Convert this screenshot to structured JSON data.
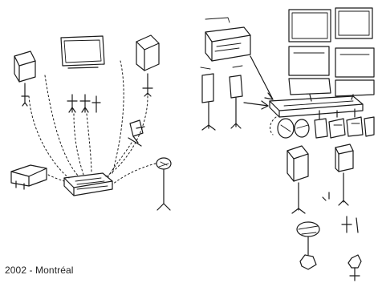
{
  "caption": "2002 - Montréal",
  "colors": {
    "ink": "#1a1a1a",
    "background": "#ffffff"
  },
  "diagram": {
    "left_sketch": {
      "nodes": [
        "monitor",
        "left-speaker",
        "right-speaker",
        "left-table",
        "center-keyboard-box",
        "camera",
        "right-small-device"
      ],
      "connection_style": "dashed-curves"
    },
    "right_sketch": {
      "nodes": [
        "monitor-pair",
        "left-box",
        "server-stack",
        "central-bar",
        "device-row",
        "left-lower-box",
        "right-lower-box",
        "bottom-left-device",
        "bottom-right-figure"
      ],
      "connection_style": "lines-and-arrows"
    }
  }
}
